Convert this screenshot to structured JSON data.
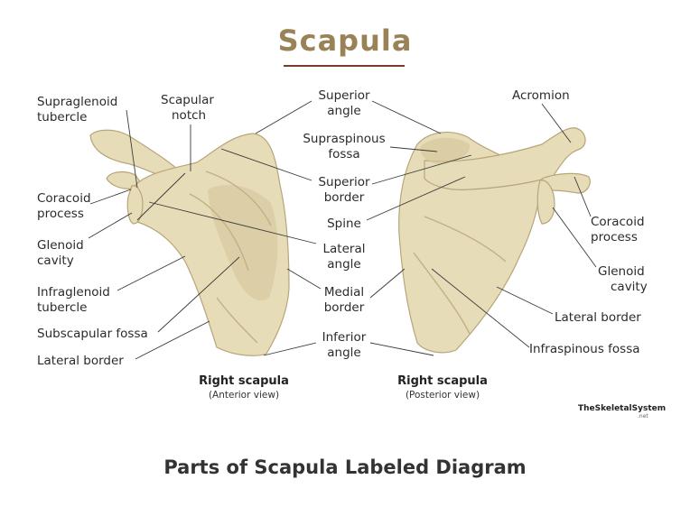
{
  "title": "Scapula",
  "footer": "Parts of Scapula Labeled Diagram",
  "logo": {
    "name": "TheSkeletalSystem",
    "suffix": ".net"
  },
  "anterior": {
    "caption": "Right scapula",
    "subcaption": "(Anterior view)",
    "labels": {
      "supraglenoid_l1": "Supraglenoid",
      "supraglenoid_l2": "tubercle",
      "scapular_notch_l1": "Scapular",
      "scapular_notch_l2": "notch",
      "coracoid_l1": "Coracoid",
      "coracoid_l2": "process",
      "glenoid_l1": "Glenoid",
      "glenoid_l2": "cavity",
      "infraglenoid_l1": "Infraglenoid",
      "infraglenoid_l2": "tubercle",
      "subscapular_fossa": "Subscapular fossa",
      "lateral_border": "Lateral border"
    }
  },
  "center": {
    "superior_angle_l1": "Superior",
    "superior_angle_l2": "angle",
    "supraspinous_l1": "Supraspinous",
    "supraspinous_l2": "fossa",
    "superior_border_l1": "Superior",
    "superior_border_l2": "border",
    "spine": "Spine",
    "lateral_angle_l1": "Lateral",
    "lateral_angle_l2": "angle",
    "medial_border_l1": "Medial",
    "medial_border_l2": "border",
    "inferior_angle_l1": "Inferior",
    "inferior_angle_l2": "angle"
  },
  "posterior": {
    "caption": "Right scapula",
    "subcaption": "(Posterior view)",
    "labels": {
      "acromion": "Acromion",
      "coracoid_l1": "Coracoid",
      "coracoid_l2": "process",
      "glenoid_l1": "Glenoid",
      "glenoid_l2": "cavity",
      "lateral_border": "Lateral border",
      "infraspinous_fossa": "Infraspinous fossa"
    }
  },
  "colors": {
    "title": "#9a8257",
    "title_rule": "#7a3b2a",
    "bone_fill": "#e7dcb8",
    "bone_outline": "#b8a57a",
    "text": "#2b2b2b"
  }
}
